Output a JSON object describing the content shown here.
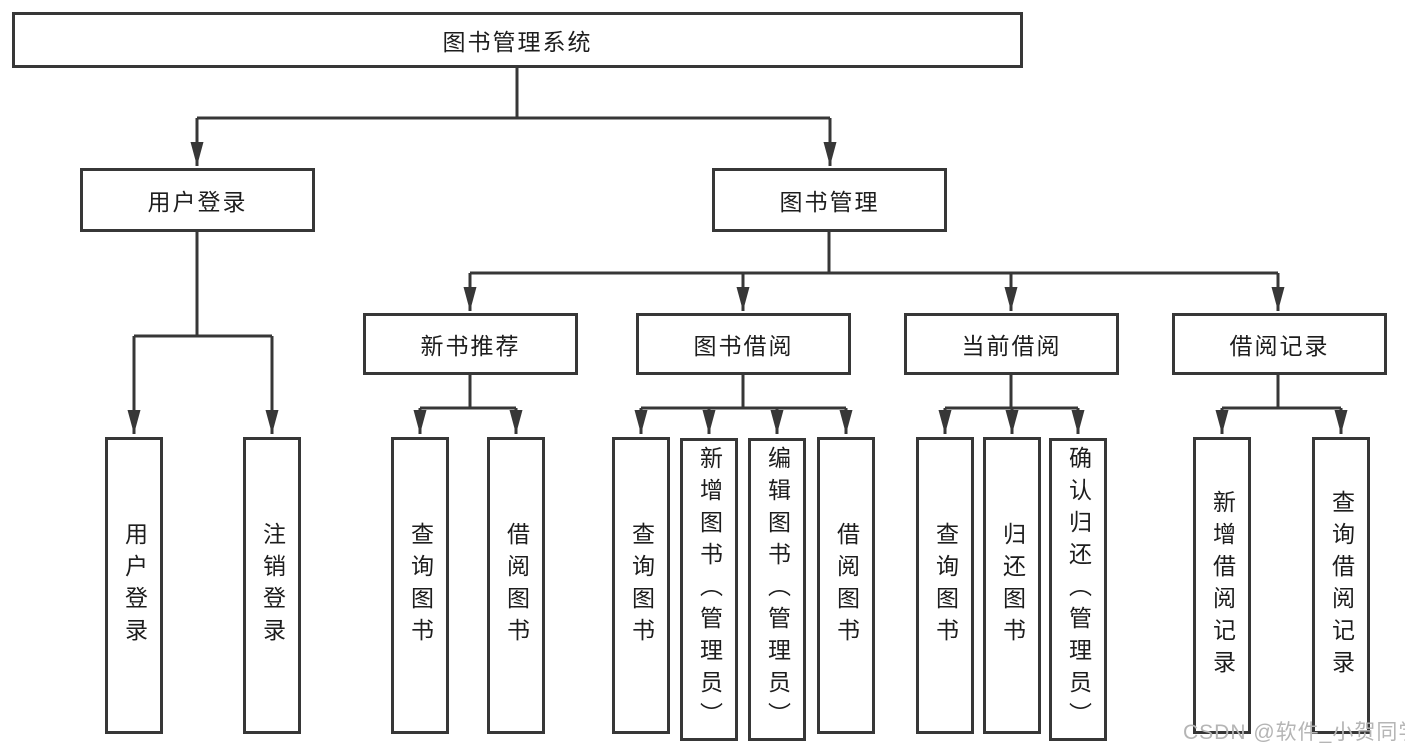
{
  "colors": {
    "line": "#373737",
    "box_border": "#373737",
    "box_fill": "#ffffff",
    "text": "#1d1d1d",
    "watermark": "#b5b5b5",
    "background": "#ffffff"
  },
  "watermark": {
    "text": "CSDN @软件_小贺同学"
  },
  "tree": {
    "root": {
      "label": "图书管理系统"
    },
    "children": [
      {
        "label": "用户登录",
        "children": [
          {
            "label": "用户登录"
          },
          {
            "label": "注销登录"
          }
        ]
      },
      {
        "label": "图书管理",
        "children": [
          {
            "label": "新书推荐",
            "children": [
              {
                "label": "查询图书"
              },
              {
                "label": "借阅图书"
              }
            ]
          },
          {
            "label": "图书借阅",
            "children": [
              {
                "label": "查询图书"
              },
              {
                "label": "新增图书（管理员）"
              },
              {
                "label": "编辑图书（管理员）"
              },
              {
                "label": "借阅图书"
              }
            ]
          },
          {
            "label": "当前借阅",
            "children": [
              {
                "label": "查询图书"
              },
              {
                "label": "归还图书"
              },
              {
                "label": "确认归还（管理员）"
              }
            ]
          },
          {
            "label": "借阅记录",
            "children": [
              {
                "label": "新增借阅记录"
              },
              {
                "label": "查询借阅记录"
              }
            ]
          }
        ]
      }
    ]
  }
}
